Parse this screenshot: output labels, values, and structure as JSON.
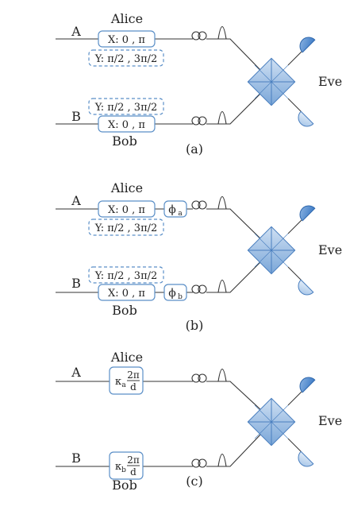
{
  "panels": [
    {
      "alice": "Alice",
      "bob": "Bob",
      "a": "A",
      "b": "B",
      "eve": "Eve",
      "caption": "(a)",
      "x_basis_top": "X: 0 , π",
      "y_basis_top": "Y: π/2 , 3π/2",
      "y_basis_bottom": "Y: π/2 , 3π/2",
      "x_basis_bottom": "X: 0 , π"
    },
    {
      "alice": "Alice",
      "bob": "Bob",
      "a": "A",
      "b": "B",
      "eve": "Eve",
      "caption": "(b)",
      "x_basis_top": "X: 0 , π",
      "y_basis_top": "Y: π/2 , 3π/2",
      "y_basis_bottom": "Y: π/2 , 3π/2",
      "x_basis_bottom": "X: 0 , π",
      "phase_a": "ϕ",
      "phase_a_sub": "a",
      "phase_b": "ϕ",
      "phase_b_sub": "b"
    },
    {
      "alice": "Alice",
      "bob": "Bob",
      "a": "A",
      "b": "B",
      "eve": "Eve",
      "caption": "(c)",
      "kappa_a": "κ",
      "kappa_a_sub": "a",
      "kappa_b": "κ",
      "kappa_b_sub": "b",
      "frac_num": "2π",
      "frac_den": "d"
    }
  ]
}
